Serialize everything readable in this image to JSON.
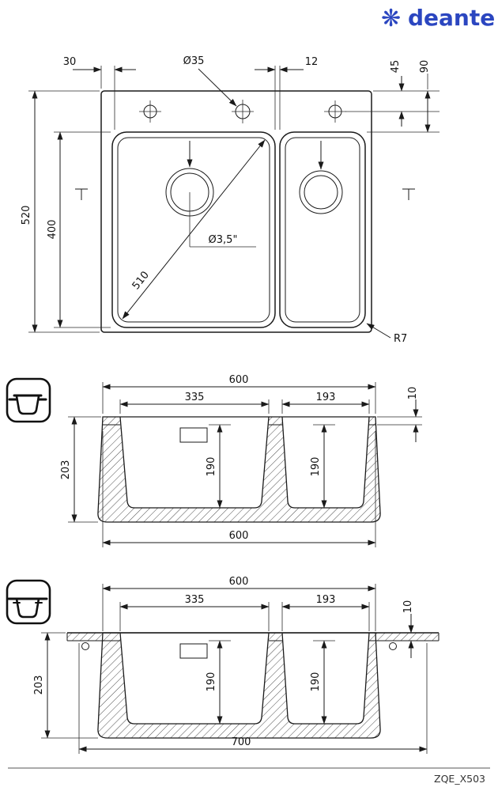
{
  "brand": {
    "name": "deante",
    "color": "#2b46c0",
    "icon_glyph": "❋"
  },
  "title_block": {
    "code": "ZQE_X503"
  },
  "top_view": {
    "rim_left": "30",
    "hole_diameter": "Ø35",
    "partition_width": "12",
    "hole_offset": "45",
    "bowl_offset": "90",
    "total_depth": "520",
    "bowl_length": "400",
    "bowl_diagonal": "510",
    "drain_size": "Ø3,5\"",
    "corner_radius": "R7"
  },
  "section_inset": {
    "width_top": "600",
    "bowl1_width": "335",
    "bowl2_width": "193",
    "rim_thickness": "10",
    "total_height": "203",
    "bowl1_depth": "190",
    "bowl2_depth": "190",
    "width_bottom": "600"
  },
  "section_flush": {
    "width_top": "600",
    "bowl1_width": "335",
    "bowl2_width": "193",
    "rim_thickness": "10",
    "total_height": "203",
    "bowl1_depth": "190",
    "bowl2_depth": "190",
    "cabinet_width": "700"
  }
}
